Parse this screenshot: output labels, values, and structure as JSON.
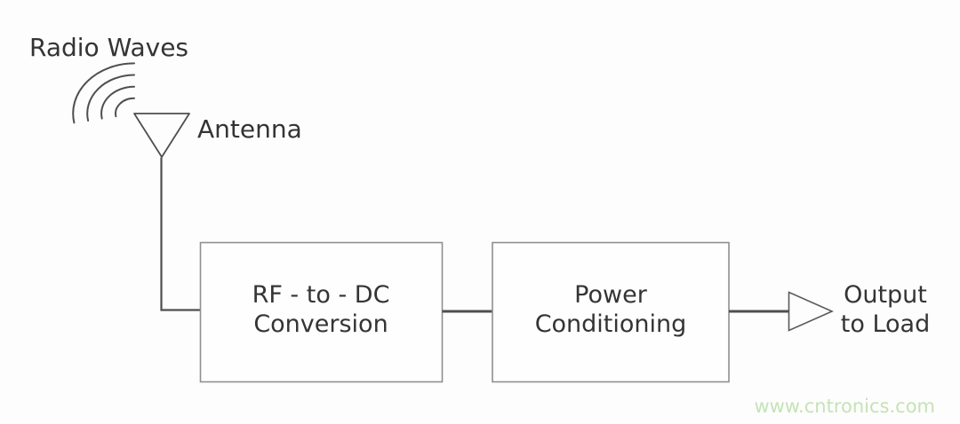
{
  "diagram": {
    "kind": "block-diagram",
    "labels": {
      "radio_waves": "Radio Waves",
      "antenna": "Antenna",
      "output_line1": "Output",
      "output_line2": "to Load"
    },
    "blocks": [
      {
        "id": "rf-to-dc-conversion",
        "line1": "RF - to - DC",
        "line2": "Conversion"
      },
      {
        "id": "power-conditioning",
        "line1": "Power",
        "line2": "Conditioning"
      }
    ],
    "connections": [
      {
        "from": "antenna",
        "to": "rf-to-dc-conversion"
      },
      {
        "from": "rf-to-dc-conversion",
        "to": "power-conditioning"
      },
      {
        "from": "power-conditioning",
        "to": "output-to-load"
      }
    ],
    "watermark": "www.cntronics.com",
    "colors": {
      "background": "#fdfdfd",
      "line": "#4f4f4f",
      "box_border": "#8f8f8f",
      "text": "#343434",
      "watermark": "#c5e3b6"
    }
  }
}
